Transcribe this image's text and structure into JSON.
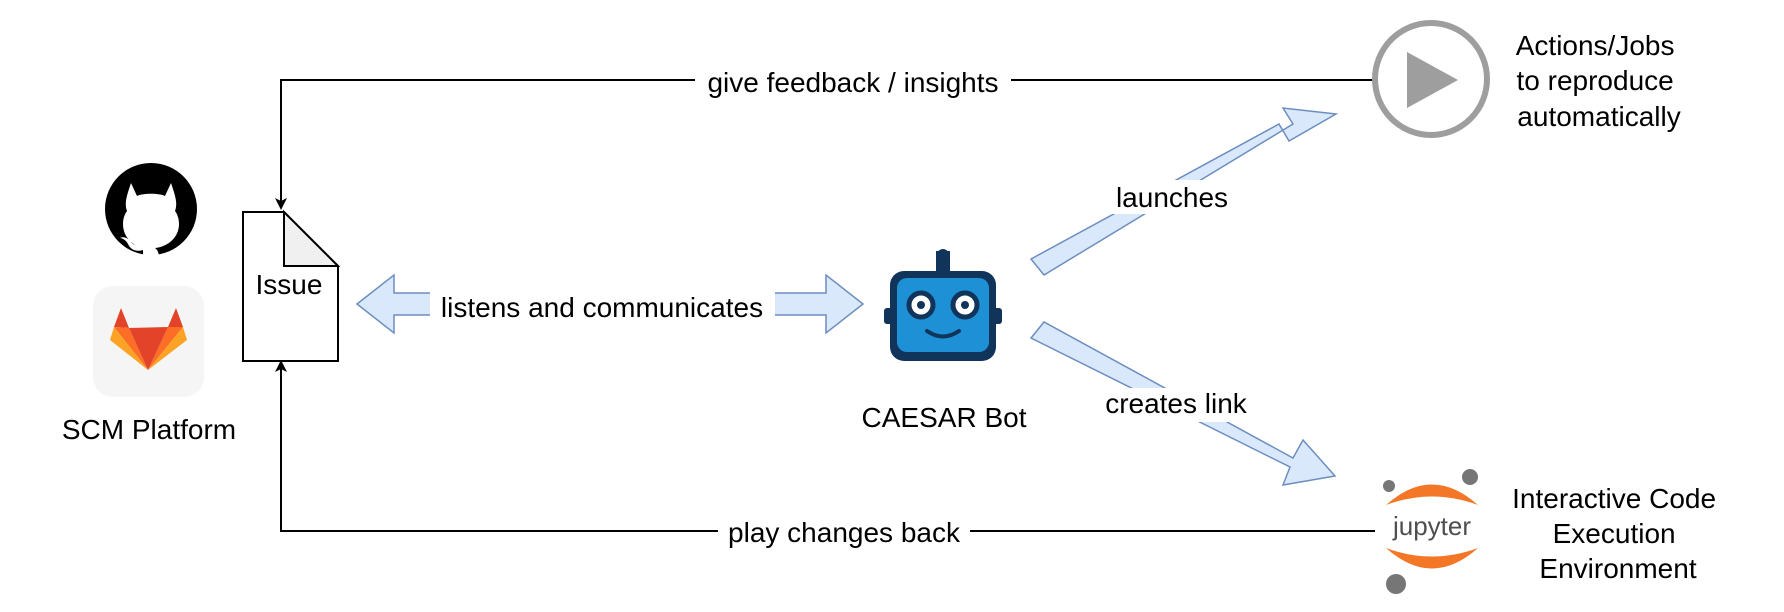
{
  "nodes": {
    "issue_label": "Issue",
    "scm_platform_label": "SCM Platform",
    "bot_label": "CAESAR Bot",
    "actions_label_lines": [
      "Actions/Jobs",
      "to reproduce",
      "automatically"
    ],
    "jupyter_label_lines": [
      "Interactive Code",
      "Execution",
      "Environment"
    ],
    "jupyter_logo_text": "jupyter"
  },
  "edges": {
    "feedback_label": "give feedback / insights",
    "listens_label": "listens and communicates",
    "launches_label": "launches",
    "creates_link_label": "creates link",
    "play_back_label": "play changes back"
  },
  "icons": {
    "github": "github-icon",
    "gitlab": "gitlab-icon",
    "bot": "robot-icon",
    "play": "play-icon",
    "jupyter": "jupyter-icon"
  },
  "colors": {
    "arrow_fill": "#dae8fc",
    "arrow_stroke": "#6c8ebf",
    "bot_blue": "#1e90d6",
    "bot_dark": "#10345a",
    "play_gray": "#9e9e9e",
    "jupyter_orange": "#f37726",
    "jupyter_gray": "#767677"
  }
}
